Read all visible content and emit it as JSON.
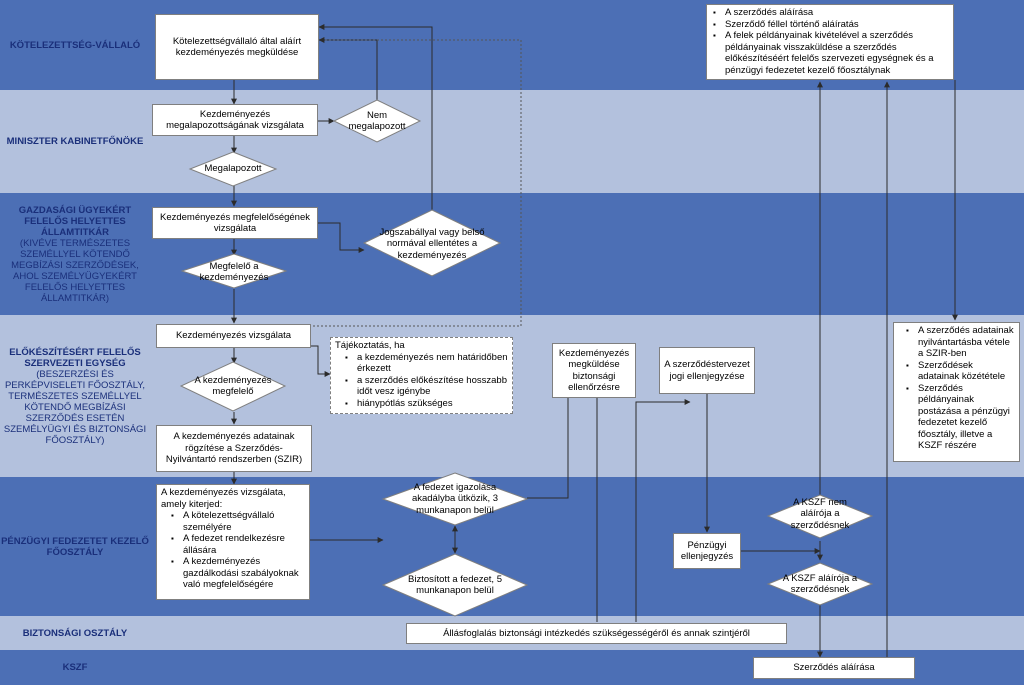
{
  "lanes": [
    {
      "title": "KÖTELEZETTSÉG-VÁLLALÓ",
      "sub": ""
    },
    {
      "title": "MINISZTER KABINETFŐNÖKE",
      "sub": ""
    },
    {
      "title": "GAZDASÁGI ÜGYEKÉRT FELELŐS HELYETTES ÁLLAMTITKÁR",
      "sub": "(KIVÉVE TERMÉSZETES SZEMÉLLYEL KÖTENDŐ MEGBÍZÁSI SZERZŐDÉSEK, AHOL SZEMÉLYÜGYEKÉRT FELELŐS HELYETTES ÁLLAMTITKÁR)"
    },
    {
      "title": "ELŐKÉSZÍTÉSÉRT FELELŐS SZERVEZETI EGYSÉG",
      "sub": "(BESZERZÉSI ÉS PERKÉPVISELETI FŐOSZTÁLY, TERMÉSZETES SZEMÉLLYEL KÖTENDŐ MEGBÍZÁSI SZERZŐDÉS ESETÉN SZEMÉLYÜGYI ÉS BIZTONSÁGI FŐOSZTÁLY)"
    },
    {
      "title": "PÉNZÜGYI FEDEZETET KEZELŐ FŐOSZTÁLY",
      "sub": ""
    },
    {
      "title": "BIZTONSÁGI OSZTÁLY",
      "sub": ""
    },
    {
      "title": "KSZF",
      "sub": ""
    }
  ],
  "boxes": {
    "kotelezettseg": "Kötelezettségvállaló által aláírt kezdeményezés megküldése",
    "kabinet_vizsgalat": "Kezdeményezés megalapozottságának vizsgálata",
    "megfeleloseg_vizsgalat": "Kezdeményezés megfelelőségének vizsgálata",
    "kezd_vizsgalat": "Kezdeményezés vizsgálata",
    "tajekoztatas_title": "Tájékoztatás, ha",
    "tajekoztatas_items": [
      "a kezdeményezés nem határidőben érkezett",
      "a szerződés előkészítése hosszabb időt vesz igénybe",
      "hiánypótlás szükséges"
    ],
    "rogzites": "A kezdeményezés adatainak rögzítése a Szerződés-Nyilvántartó rendszerben (SZIR)",
    "biztonsagi_ellenorzes": "Kezdeményezés megküldése biztonsági ellenőrzésre",
    "jogi_ellenjegyzes": "A szerződéstervezet jogi ellenjegyzése",
    "penzugyi_vizsgalat_title": "A kezdeményezés vizsgálata, amely kiterjed:",
    "penzugyi_vizsgalat_items": [
      "A kötelezettségvállaló személyére",
      "A fedezet rendelkezésre állására",
      "A kezdeményezés gazdálkodási szabályoknak való megfelelőségére"
    ],
    "penzugyi_ellenjegyzes": "Pénzügyi ellenjegyzés",
    "allasfoglalas": "Állásfoglalás biztonsági intézkedés szükségességéről és annak szintjéről",
    "kszf_alairas": "Szerződés aláírása",
    "alairas_items": [
      "A szerződés aláírása",
      "Szerződő féllel történő aláíratás",
      "A felek példányainak kivételével a szerződés példányainak visszaküldése a szerződés előkészítéséért felelős szervezeti egységnek és a pénzügyi fedezetet kezelő főosztálynak"
    ],
    "nyilvantartas_items": [
      "A szerződés adatainak nyilvántartásba vétele a SZIR-ben",
      "Szerződések adatainak közététele",
      "Szerződés példányainak postázása a pénzügyi fedezetet kezelő főosztály, illetve a KSZF részére"
    ]
  },
  "diamonds": {
    "nem_megalapozott": "Nem megalapozott",
    "megalapozott": "Megalapozott",
    "jogszabaly": "Jogszabállyal vagy belső normával ellentétes a kezdeményezés",
    "megfelelo": "Megfelelő a kezdeményezés",
    "a_kezd_megfelelo": "A kezdeményezés megfelelő",
    "fedezet_akadaly": "A fedezet igazolása akadályba ütközik, 3 munkanapon belül",
    "biztositott": "Biztosított a fedezet, 5 munkanapon belül",
    "kszf_nem": "A KSZF nem aláírója a szerződésnek",
    "kszf_igen": "A KSZF aláírója a szerződésnek"
  },
  "colors": {
    "lane_dark": "#4c6fb5",
    "lane_light": "#b3c1dd",
    "lane_text": "#1a2f7a",
    "line": "#2b2b2b"
  }
}
